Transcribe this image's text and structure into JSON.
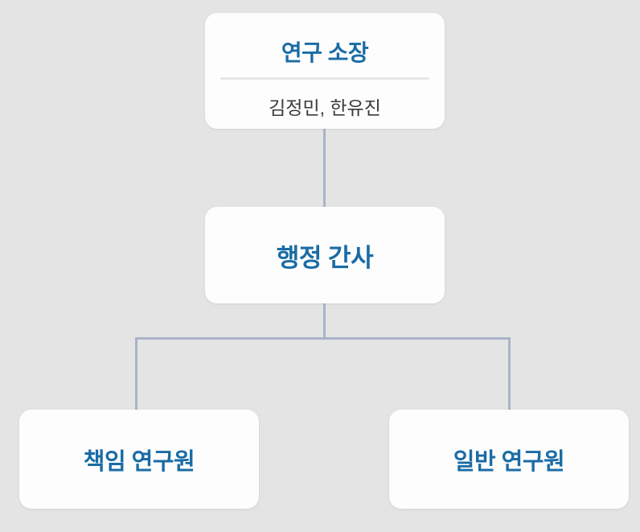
{
  "chart": {
    "type": "org-chart",
    "background_color": "#e4e4e4",
    "title_color": "#1a6ca5",
    "subtitle_color": "#3b3b3b",
    "connector_color": "#a9b3ca",
    "node_background": "#fdfdfd",
    "divider_color": "#e6e6e6"
  },
  "nodes": [
    {
      "id": "director",
      "title": "연구 소장",
      "subtitle": "김정민, 한유진",
      "level": 0,
      "has_divider": true
    },
    {
      "id": "admin",
      "title": "행정 간사",
      "subtitle": "",
      "level": 1,
      "has_divider": false
    },
    {
      "id": "senior",
      "title": "책임 연구원",
      "subtitle": "",
      "level": 2,
      "has_divider": false
    },
    {
      "id": "general",
      "title": "일반 연구원",
      "subtitle": "",
      "level": 2,
      "has_divider": false
    }
  ],
  "edges": [
    {
      "from": "director",
      "to": "admin"
    },
    {
      "from": "admin",
      "to": "senior"
    },
    {
      "from": "admin",
      "to": "general"
    }
  ]
}
